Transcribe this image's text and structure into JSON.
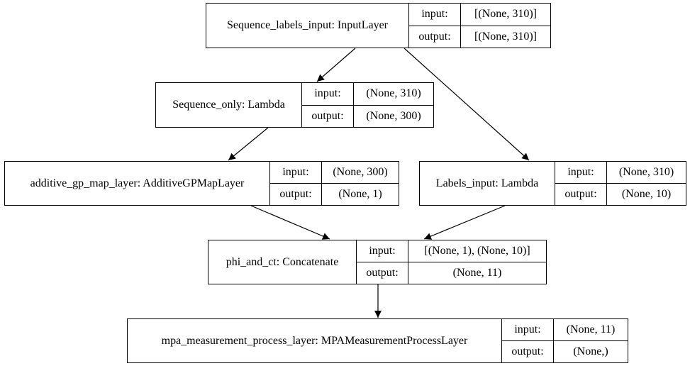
{
  "nodes": {
    "seq_labels_input": {
      "name": "Sequence_labels_input: InputLayer",
      "input_label": "input:",
      "input_value": "[(None, 310)]",
      "output_label": "output:",
      "output_value": "[(None, 310)]"
    },
    "sequence_only": {
      "name": "Sequence_only: Lambda",
      "input_label": "input:",
      "input_value": "(None, 310)",
      "output_label": "output:",
      "output_value": "(None, 300)"
    },
    "additive_gp_map": {
      "name": "additive_gp_map_layer: AdditiveGPMapLayer",
      "input_label": "input:",
      "input_value": "(None, 300)",
      "output_label": "output:",
      "output_value": "(None, 1)"
    },
    "labels_input": {
      "name": "Labels_input: Lambda",
      "input_label": "input:",
      "input_value": "(None, 310)",
      "output_label": "output:",
      "output_value": "(None, 10)"
    },
    "phi_and_ct": {
      "name": "phi_and_ct: Concatenate",
      "input_label": "input:",
      "input_value": "[(None, 1), (None, 10)]",
      "output_label": "output:",
      "output_value": "(None, 11)"
    },
    "mpa_measurement": {
      "name": "mpa_measurement_process_layer: MPAMeasurementProcessLayer",
      "input_label": "input:",
      "input_value": "(None, 11)",
      "output_label": "output:",
      "output_value": "(None,)"
    }
  },
  "edges": [
    {
      "from": "seq_labels_input",
      "to": "sequence_only"
    },
    {
      "from": "seq_labels_input",
      "to": "labels_input"
    },
    {
      "from": "sequence_only",
      "to": "additive_gp_map"
    },
    {
      "from": "additive_gp_map",
      "to": "phi_and_ct"
    },
    {
      "from": "labels_input",
      "to": "phi_and_ct"
    },
    {
      "from": "phi_and_ct",
      "to": "mpa_measurement"
    }
  ]
}
